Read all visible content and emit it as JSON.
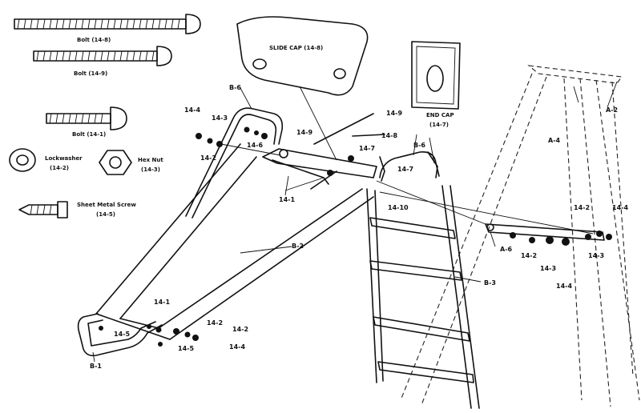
{
  "parts_legend": {
    "bolt_a": "Bolt (14-8)",
    "bolt_b": "Bolt (14-9)",
    "bolt_c": "Bolt (14-1)",
    "lockwasher_name": "Lockwasher",
    "lockwasher_code": "(14-2)",
    "hexnut_name": "Hex Nut",
    "hexnut_code": "(14-3)",
    "screw_name": "Sheet Metal Screw",
    "screw_code": "(14-5)"
  },
  "caps": {
    "slide_cap": "SLIDE CAP (14-8)",
    "end_cap_name": "END CAP",
    "end_cap_code": "(14-7)"
  },
  "callouts": {
    "b6_top": "B-6",
    "b6_mid": "B-6",
    "b2": "B-2",
    "b3": "B-3",
    "b1": "B-1",
    "a2": "A-2",
    "a4_top": "A-4",
    "a6": "A-6",
    "n14_4_a": "14-4",
    "n14_3_a": "14-3",
    "n14_2_a": "14-2",
    "n14_6": "14-6",
    "n14_9_a": "14-9",
    "n14_9_b": "14-9",
    "n14_8": "14-8",
    "n14_7_a": "14-7",
    "n14_7_b": "14-7",
    "n14_1_a": "14-1",
    "n14_10": "14-10",
    "n14_2_b": "14-2",
    "n14_4_b": "14-4",
    "n14_3_b": "14-3",
    "n14_2_c": "14-2",
    "n14_3_c": "14-3",
    "n14_4_c": "14-4",
    "n14_1_b": "14-1",
    "n14_5_a": "14-5",
    "n14_5_b": "14-5",
    "n14_2_d": "14-2",
    "n14_2_e": "14-2",
    "n14_4_d": "14-4"
  }
}
